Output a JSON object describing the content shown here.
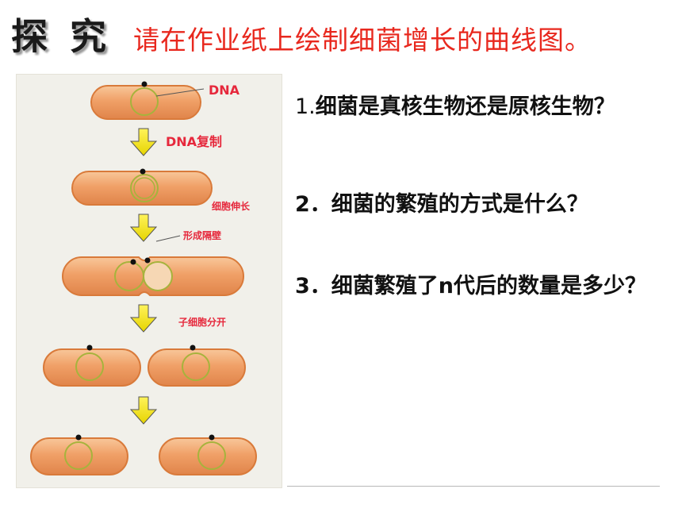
{
  "header": {
    "heading": "探 究",
    "instruction": "请在作业纸上绘制细菌增长的曲线图。"
  },
  "diagram": {
    "labels": {
      "dna": "DNA",
      "dna_replication": "DNA复制",
      "cell_elongation": "细胞伸长",
      "septum_formation": "形成隔壁",
      "daughter_cells_separate": "子细胞分开"
    },
    "colors": {
      "cell_fill": "#f0a067",
      "cell_stroke": "#d97a3a",
      "arrow_fill": "#f2e300",
      "label_color": "#e6283c",
      "nucleoid_stroke": "#a6b33c"
    }
  },
  "questions": [
    {
      "number": "1.",
      "text": "细菌是真核生物还是原核生物？"
    },
    {
      "number": "2．",
      "text": "细菌的繁殖的方式是什么？"
    },
    {
      "number": "3．",
      "text": "细菌繁殖了n代后的数量是多少？"
    }
  ]
}
